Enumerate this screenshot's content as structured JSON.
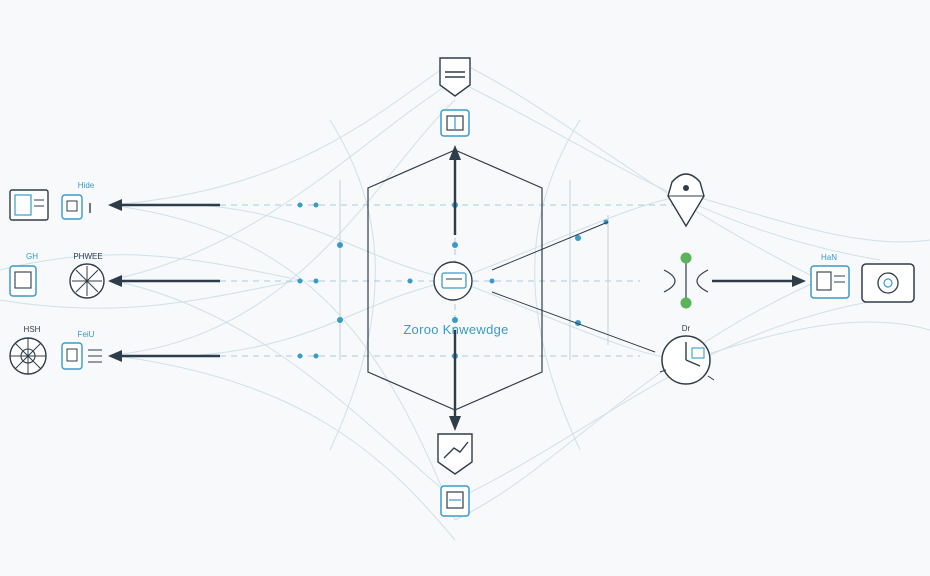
{
  "diagram": {
    "center_label": "Zoroo Knwewdge",
    "left_labels": {
      "row1_secondary": "Hide",
      "row2_primary": "GH",
      "row2_secondary": "PHWEE",
      "row3_primary": "HSH",
      "row3_secondary": "FeiU"
    },
    "right_labels": {
      "output_label": "HaN",
      "clock_label": "Dr"
    },
    "colors": {
      "line_dark": "#2f3d4a",
      "accent_blue": "#3a9bc8",
      "faint_blue": "#b9d7e6",
      "node_green": "#5bb35a",
      "background": "#f7f9fa"
    }
  }
}
